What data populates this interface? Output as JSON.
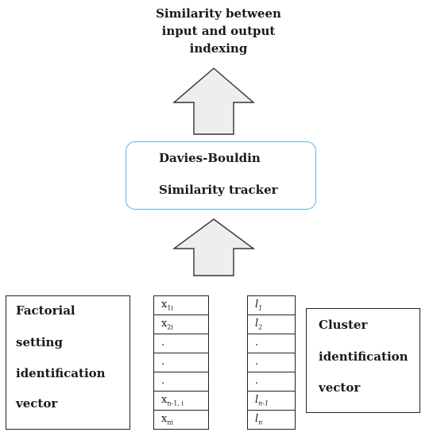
{
  "output": {
    "line1": "Similarity between",
    "line2": "input and output",
    "line3": "indexing"
  },
  "tracker": {
    "line1": "Davies-Bouldin",
    "line2": "Similarity tracker"
  },
  "left_box": {
    "line1": "Factorial",
    "line2": "setting",
    "line3": "identification",
    "line4": "vector"
  },
  "right_box": {
    "line1": "Cluster",
    "line2": "identification",
    "line3": "vector"
  },
  "x_vector": [
    {
      "base": "x",
      "sub": "1i"
    },
    {
      "base": "x",
      "sub": "2i"
    },
    {
      "base": ".",
      "sub": ""
    },
    {
      "base": ".",
      "sub": ""
    },
    {
      "base": ".",
      "sub": ""
    },
    {
      "base": "x",
      "sub": "n-1, i"
    },
    {
      "base": "x",
      "sub": "ni"
    }
  ],
  "l_vector": [
    {
      "base": "l",
      "sub": "1"
    },
    {
      "base": "l",
      "sub": "2"
    },
    {
      "base": ".",
      "sub": ""
    },
    {
      "base": ".",
      "sub": ""
    },
    {
      "base": ".",
      "sub": ""
    },
    {
      "base": "l",
      "sub": "n-1"
    },
    {
      "base": "l",
      "sub": "n"
    }
  ],
  "colors": {
    "arrow_fill": "#eeeeee",
    "arrow_stroke": "#333333",
    "tracker_border": "#55b8e8"
  }
}
